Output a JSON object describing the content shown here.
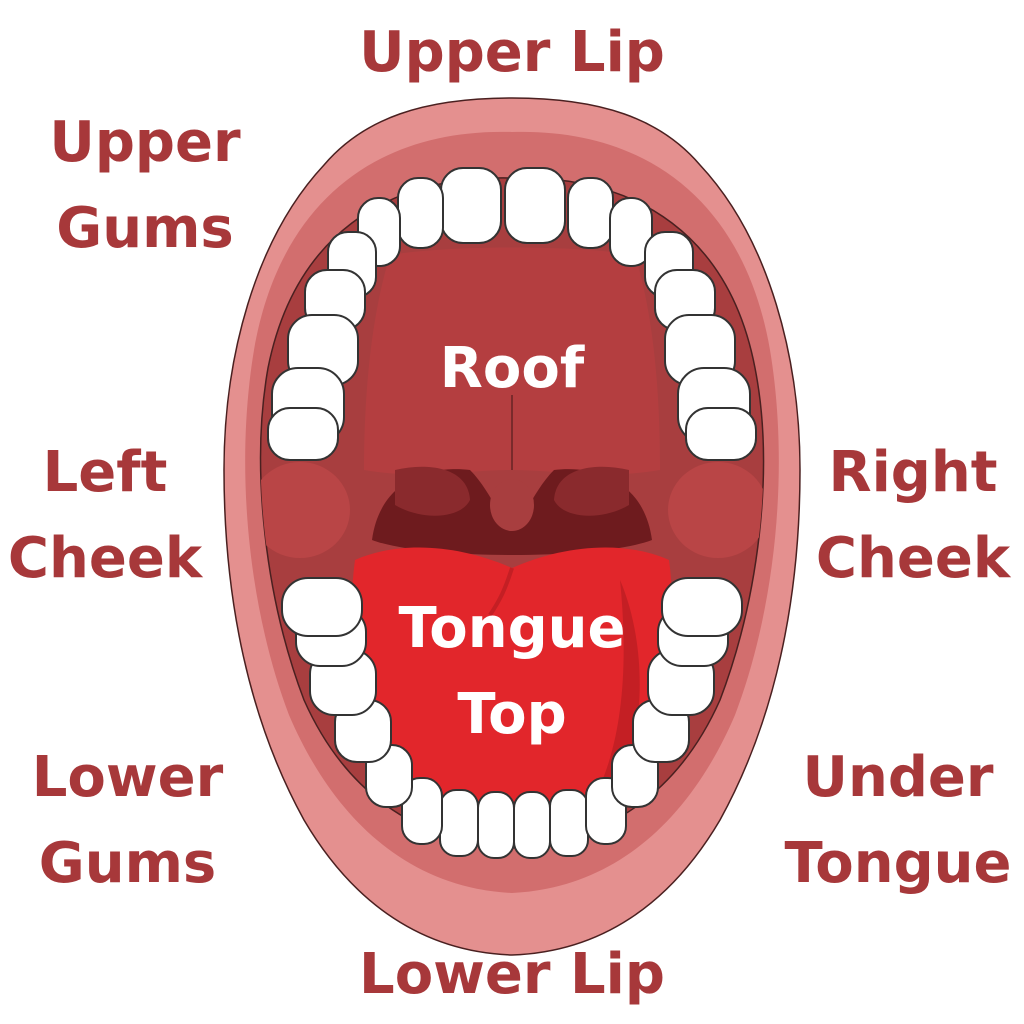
{
  "labels": {
    "upper_lip": "Upper Lip",
    "upper_gums": "Upper\nGums",
    "left_cheek": "Left\nCheek",
    "lower_gums": "Lower\nGums",
    "lower_lip": "Lower Lip",
    "right_cheek": "Right\nCheek",
    "under_tongue": "Under\nTongue",
    "roof": "Roof",
    "tongue_top": "Tongue\nTop"
  },
  "colors": {
    "label_text": "#A7383A",
    "inner_label_text": "#FFFFFF",
    "lip": "#E4908F",
    "lip_inner": "#D26E6E",
    "mouth_cavity": "#A83E3F",
    "roof": "#B43E40",
    "throat": "#6E1B1E",
    "tongue": "#E2262B",
    "teeth": "#FFFFFF"
  }
}
